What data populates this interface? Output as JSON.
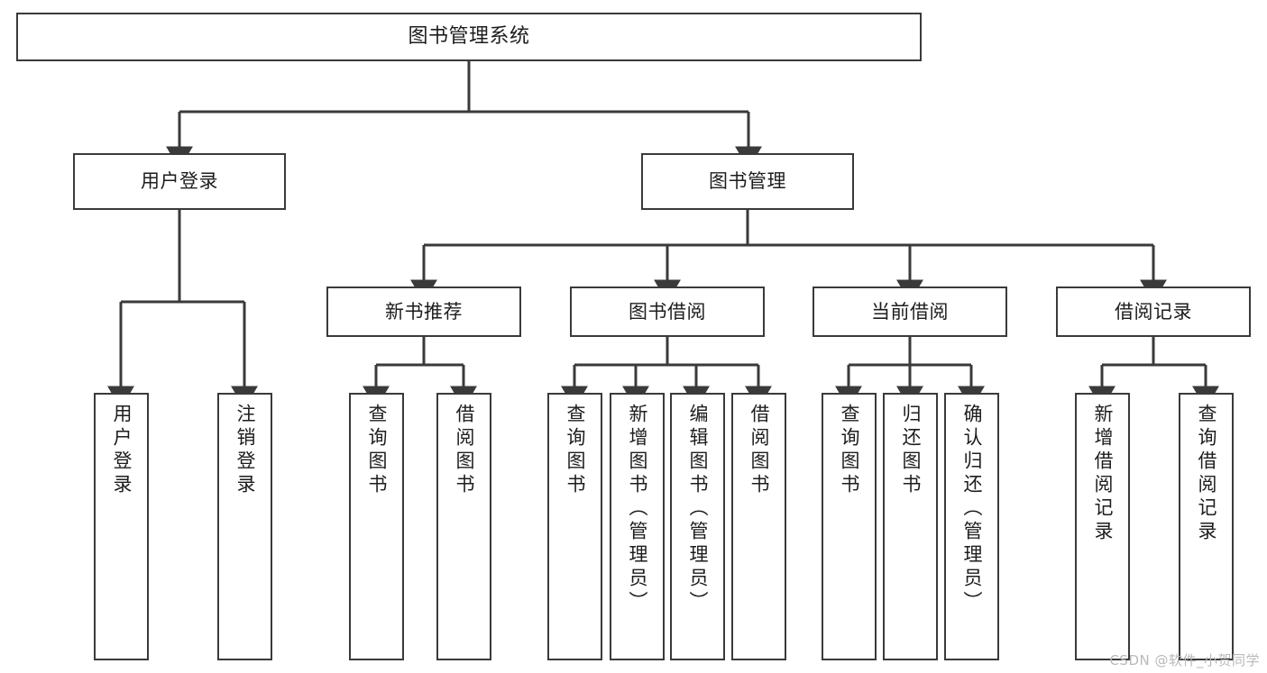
{
  "diagram": {
    "type": "tree",
    "title": "图书管理系统",
    "watermark": "CSDN @软件_小贺同学",
    "colors": {
      "stroke": "#3a3a3a",
      "background": "#ffffff",
      "text": "#1d1d1d",
      "watermark": "#b9b9b9"
    },
    "nodes": {
      "root": "图书管理系统",
      "level2": [
        "用户登录",
        "图书管理"
      ],
      "level3": [
        "新书推荐",
        "图书借阅",
        "当前借阅",
        "借阅记录"
      ],
      "leaves": {
        "user_login": [
          "用户登录",
          "注销登录"
        ],
        "new_book_recommend": [
          "查询图书",
          "借阅图书"
        ],
        "book_borrow": [
          "查询图书",
          "新增图书（管理员）",
          "编辑图书（管理员）",
          "借阅图书"
        ],
        "current_borrow": [
          "查询图书",
          "归还图书",
          "确认归还（管理员）"
        ],
        "borrow_record": [
          "新增借阅记录",
          "查询借阅记录"
        ]
      }
    },
    "edges": [
      {
        "from": "图书管理系统",
        "to": "用户登录"
      },
      {
        "from": "图书管理系统",
        "to": "图书管理"
      },
      {
        "from": "图书管理",
        "to": "新书推荐"
      },
      {
        "from": "图书管理",
        "to": "图书借阅"
      },
      {
        "from": "图书管理",
        "to": "当前借阅"
      },
      {
        "from": "图书管理",
        "to": "借阅记录"
      },
      {
        "from": "用户登录",
        "to": "用户登录"
      },
      {
        "from": "用户登录",
        "to": "注销登录"
      },
      {
        "from": "新书推荐",
        "to": "查询图书"
      },
      {
        "from": "新书推荐",
        "to": "借阅图书"
      },
      {
        "from": "图书借阅",
        "to": "查询图书"
      },
      {
        "from": "图书借阅",
        "to": "新增图书（管理员）"
      },
      {
        "from": "图书借阅",
        "to": "编辑图书（管理员）"
      },
      {
        "from": "图书借阅",
        "to": "借阅图书"
      },
      {
        "from": "当前借阅",
        "to": "查询图书"
      },
      {
        "from": "当前借阅",
        "to": "归还图书"
      },
      {
        "from": "当前借阅",
        "to": "确认归还（管理员）"
      },
      {
        "from": "借阅记录",
        "to": "新增借阅记录"
      },
      {
        "from": "借阅记录",
        "to": "查询借阅记录"
      }
    ]
  }
}
